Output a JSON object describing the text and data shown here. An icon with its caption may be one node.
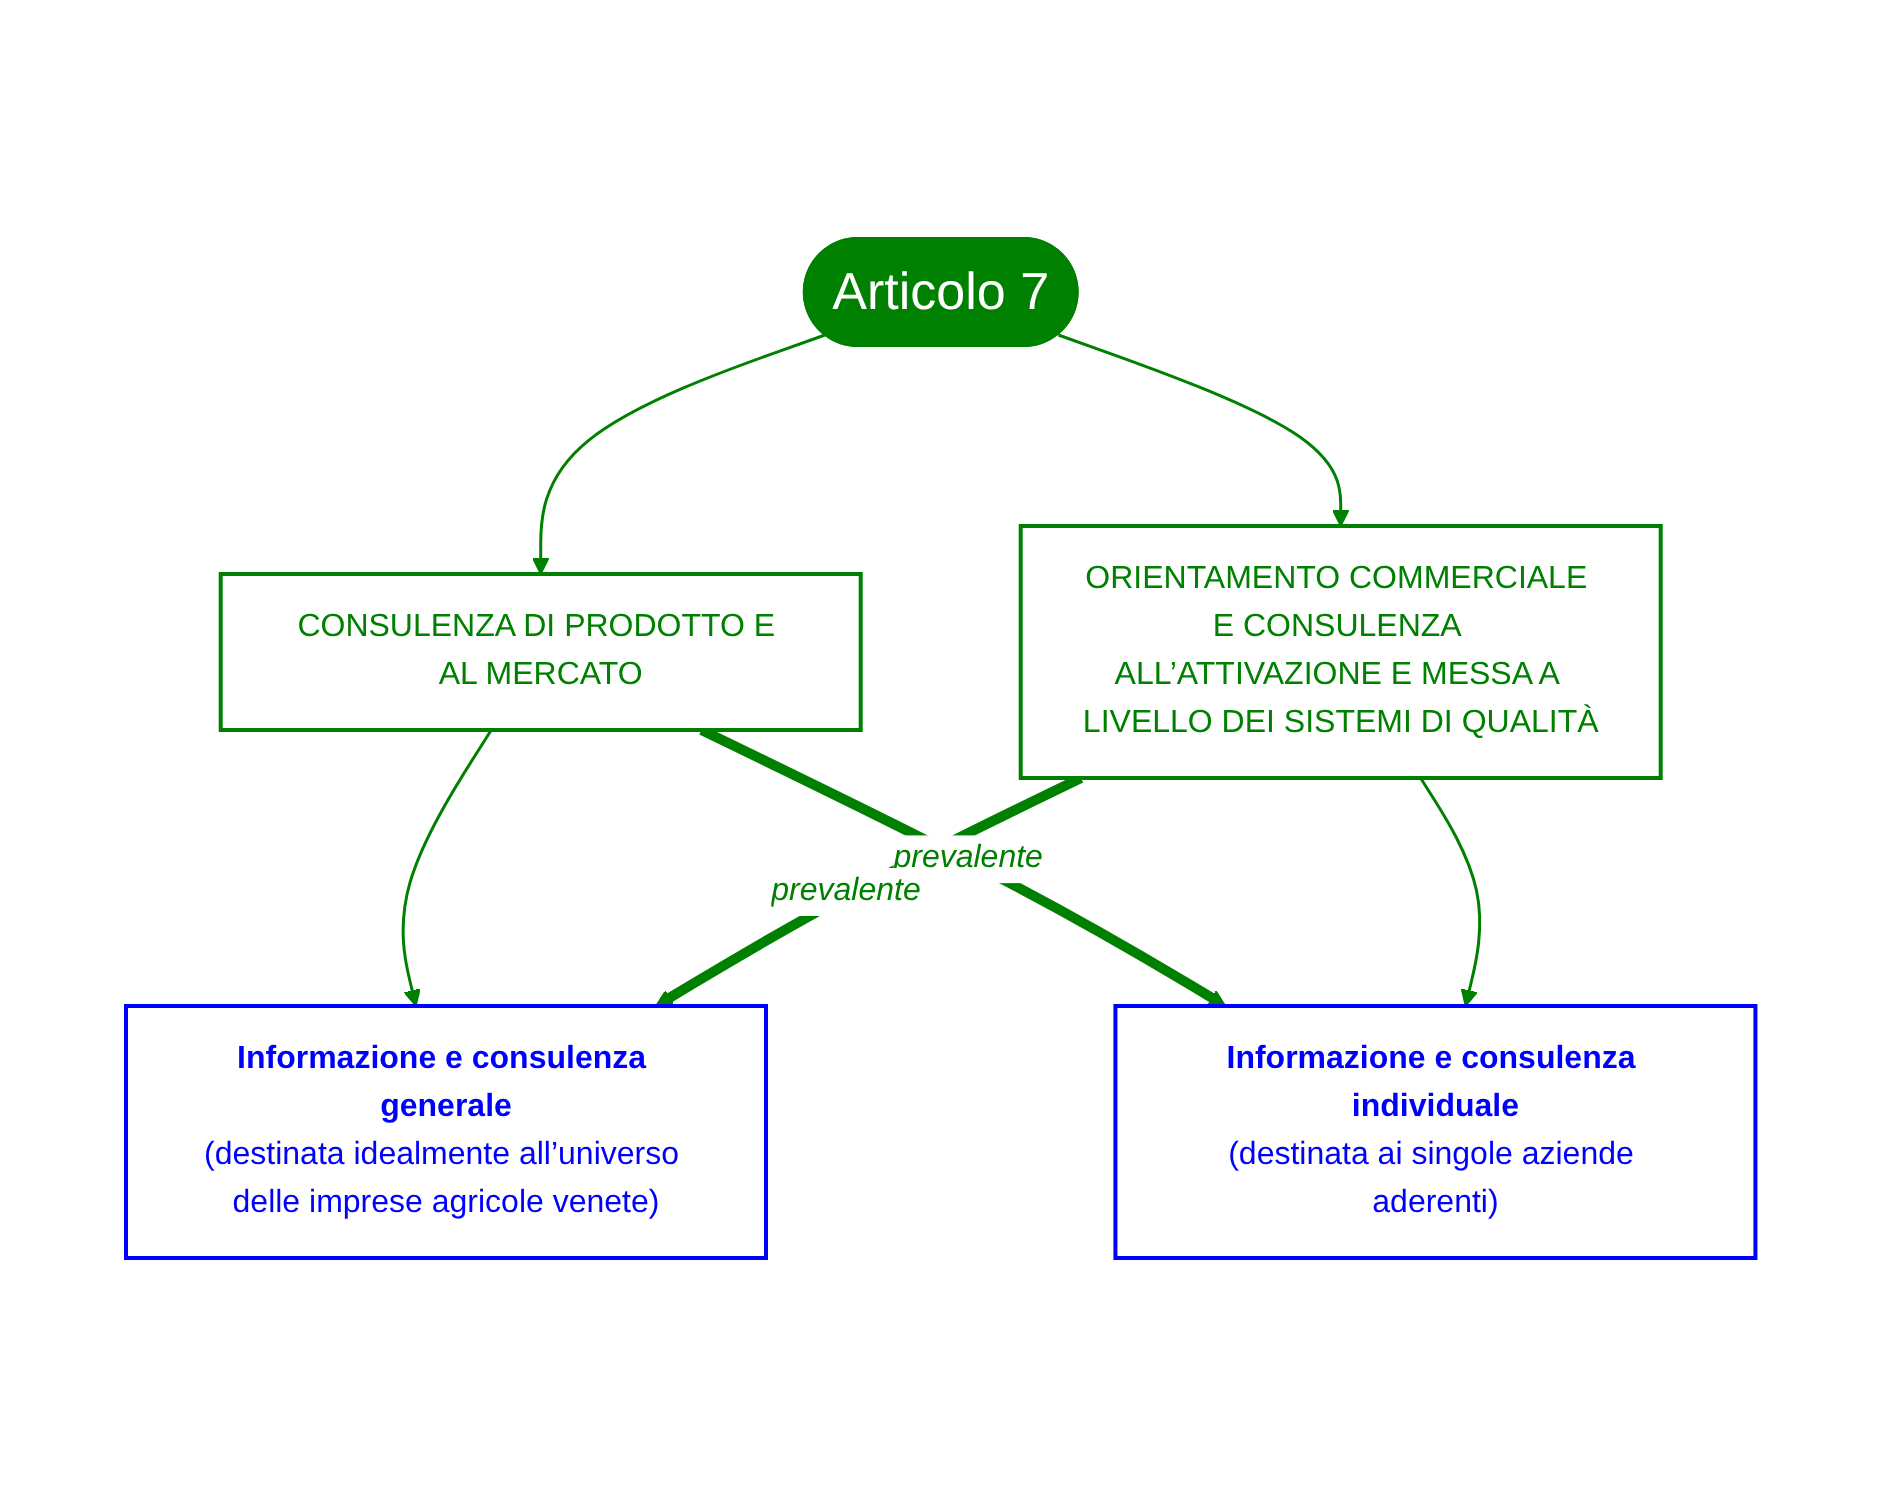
{
  "diagram": {
    "nodes": [
      {
        "text": [
          "Articolo 7"
        ]
      },
      {
        "text": [
          "CONSULENZA DI PRODOTTO E AL MERCATO"
        ]
      },
      {
        "text": [
          "ORIENTAMENTO COMMERCIALE E CONSULENZA ALL’ATTIVAZIONE E MESSA A LIVELLO DEI SISTEMI DI QUALITÀ"
        ]
      },
      {
        "text": [
          "Informazione e consulenza generale",
          "(destinata idealmente all’universo delle imprese agricole venete)"
        ]
      },
      {
        "text": [
          "Informazione e consulenza individuale",
          "(destinata ai singole aziende aderenti)"
        ]
      }
    ],
    "edges": [
      {
        "from": 0,
        "to": 1,
        "arrow": "to"
      },
      {
        "from": 0,
        "to": 2,
        "arrow": "to"
      },
      {
        "from": 1,
        "to": 3,
        "arrow": "to"
      },
      {
        "from": 1,
        "to": 4,
        "arrow": "to",
        "style": "thick",
        "label": "prevalente"
      },
      {
        "from": 2,
        "to": 3,
        "arrow": "to",
        "style": "thick",
        "label": "prevalente"
      },
      {
        "from": 2,
        "to": 4,
        "arrow": "to"
      }
    ]
  }
}
